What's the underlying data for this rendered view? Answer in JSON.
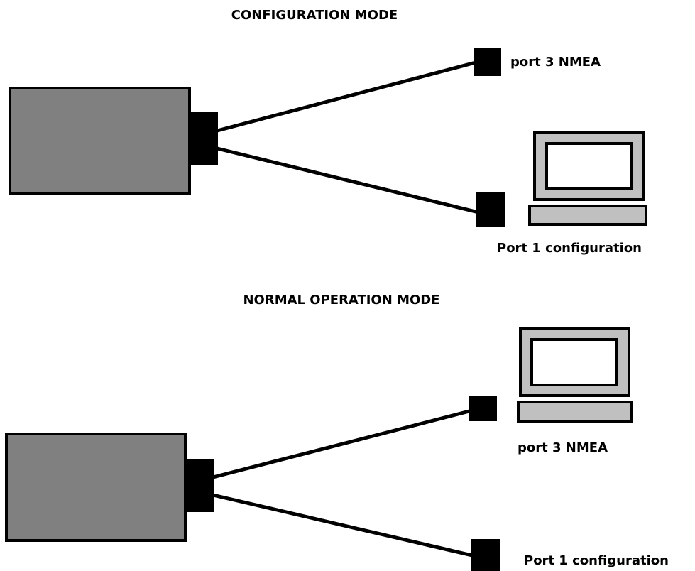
{
  "colors": {
    "device_fill": "#808080",
    "laptop_fill": "#c0c0c0",
    "line": "#000000",
    "background": "#ffffff"
  },
  "icons": {
    "device": "device-box-icon",
    "connector": "connector-icon",
    "port": "port-square-icon",
    "laptop": "laptop-icon"
  },
  "configuration_mode": {
    "title": "CONFIGURATION MODE",
    "port3_label": "port 3 NMEA",
    "port1_label": "Port 1 configuration",
    "laptop_attached_to": "port 1"
  },
  "normal_mode": {
    "title": "NORMAL OPERATION MODE",
    "port3_label": "port 3 NMEA",
    "port1_label": "Port 1 configuration",
    "laptop_attached_to": "port 3"
  }
}
